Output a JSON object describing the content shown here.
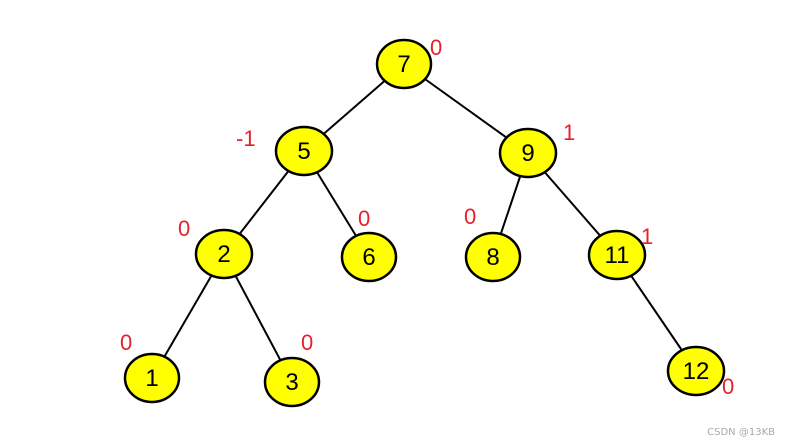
{
  "colors": {
    "node_fill": "#ffff00",
    "node_stroke": "#000000",
    "edge": "#000000",
    "balance_factor": "#e8202a"
  },
  "nodes": [
    {
      "id": "n7",
      "value": "7",
      "balance_factor": "0"
    },
    {
      "id": "n5",
      "value": "5",
      "balance_factor": "-1"
    },
    {
      "id": "n9",
      "value": "9",
      "balance_factor": "1"
    },
    {
      "id": "n2",
      "value": "2",
      "balance_factor": "0"
    },
    {
      "id": "n6",
      "value": "6",
      "balance_factor": "0"
    },
    {
      "id": "n8",
      "value": "8",
      "balance_factor": "0"
    },
    {
      "id": "n11",
      "value": "11",
      "balance_factor": "1"
    },
    {
      "id": "n1",
      "value": "1",
      "balance_factor": "0"
    },
    {
      "id": "n3",
      "value": "3",
      "balance_factor": "0"
    },
    {
      "id": "n12",
      "value": "12",
      "balance_factor": "0"
    }
  ],
  "edges": [
    {
      "from": "n7",
      "to": "n5"
    },
    {
      "from": "n7",
      "to": "n9"
    },
    {
      "from": "n5",
      "to": "n2"
    },
    {
      "from": "n5",
      "to": "n6"
    },
    {
      "from": "n9",
      "to": "n8"
    },
    {
      "from": "n9",
      "to": "n11"
    },
    {
      "from": "n2",
      "to": "n1"
    },
    {
      "from": "n2",
      "to": "n3"
    },
    {
      "from": "n11",
      "to": "n12"
    }
  ],
  "watermark": "CSDN @13KB"
}
